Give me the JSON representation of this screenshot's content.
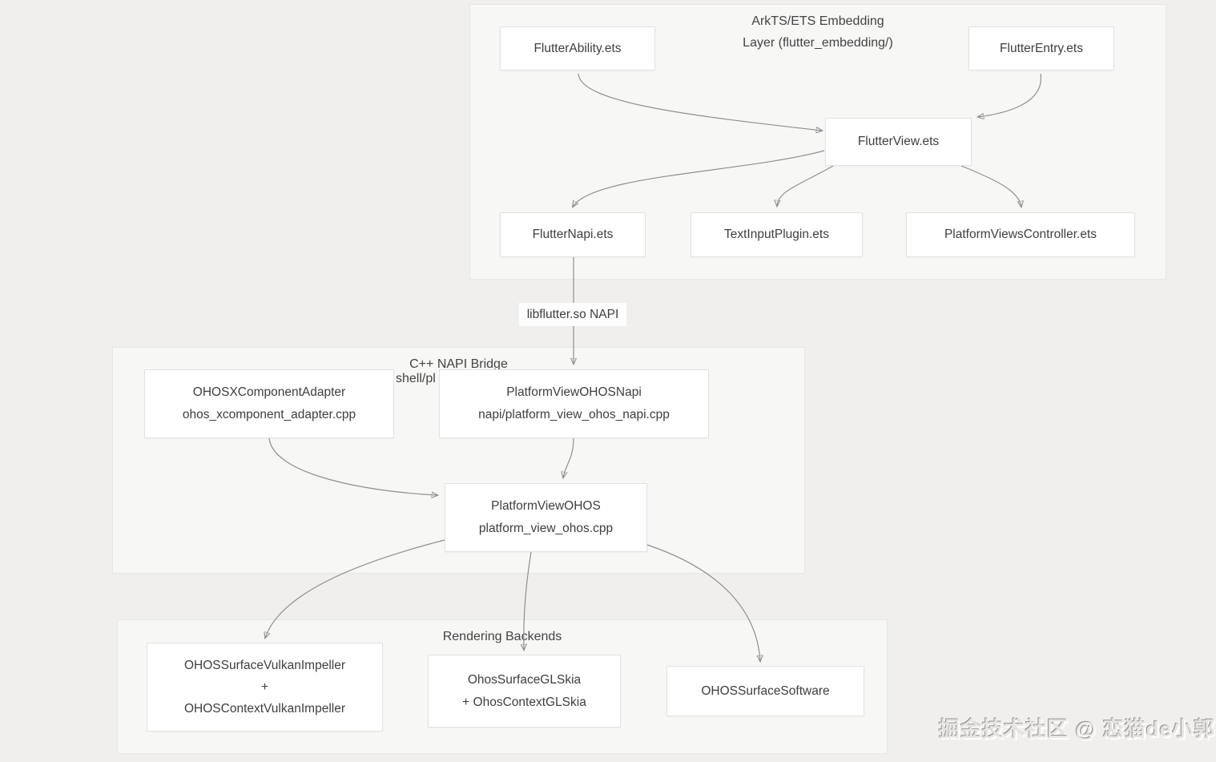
{
  "groups": {
    "embedding": {
      "title": "ArkTS/ETS Embedding",
      "subtitle": "Layer (flutter_embedding/)"
    },
    "bridge": {
      "title": "C++ NAPI Bridge",
      "subtitle_visible": "shell/pl"
    },
    "rendering": {
      "title": "Rendering Backends"
    }
  },
  "nodes": {
    "flutter_ability": {
      "line1": "FlutterAbility.ets"
    },
    "flutter_entry": {
      "line1": "FlutterEntry.ets"
    },
    "flutter_view": {
      "line1": "FlutterView.ets"
    },
    "flutter_napi": {
      "line1": "FlutterNapi.ets"
    },
    "text_input_plugin": {
      "line1": "TextInputPlugin.ets"
    },
    "platform_views_controller": {
      "line1": "PlatformViewsController.ets"
    },
    "ohos_xcomponent_adapter": {
      "line1": "OHOSXComponentAdapter",
      "line2": "ohos_xcomponent_adapter.cpp"
    },
    "platform_view_ohos_napi": {
      "line1": "PlatformViewOHOSNapi",
      "line2": "napi/platform_view_ohos_napi.cpp"
    },
    "platform_view_ohos": {
      "line1": "PlatformViewOHOS",
      "line2": "platform_view_ohos.cpp"
    },
    "surface_vulkan": {
      "line1": "OHOSSurfaceVulkanImpeller",
      "line2": "+",
      "line3": "OHOSContextVulkanImpeller"
    },
    "surface_glskia": {
      "line1": "OhosSurfaceGLSkia",
      "line2": "+ OhosContextGLSkia"
    },
    "surface_software": {
      "line1": "OHOSSurfaceSoftware"
    }
  },
  "edges": {
    "napi_label": "libflutter.so NAPI"
  },
  "watermark": "掘金技术社区 @ 恋猫de小郭",
  "colors": {
    "page_bg": "#f0efee",
    "group_bg": "#f7f7f6",
    "group_border": "#e7e6e3",
    "node_bg": "#ffffff",
    "node_border": "#e3e2e0",
    "text": "#3e3e3e",
    "arrow": "#8f8f8f"
  }
}
